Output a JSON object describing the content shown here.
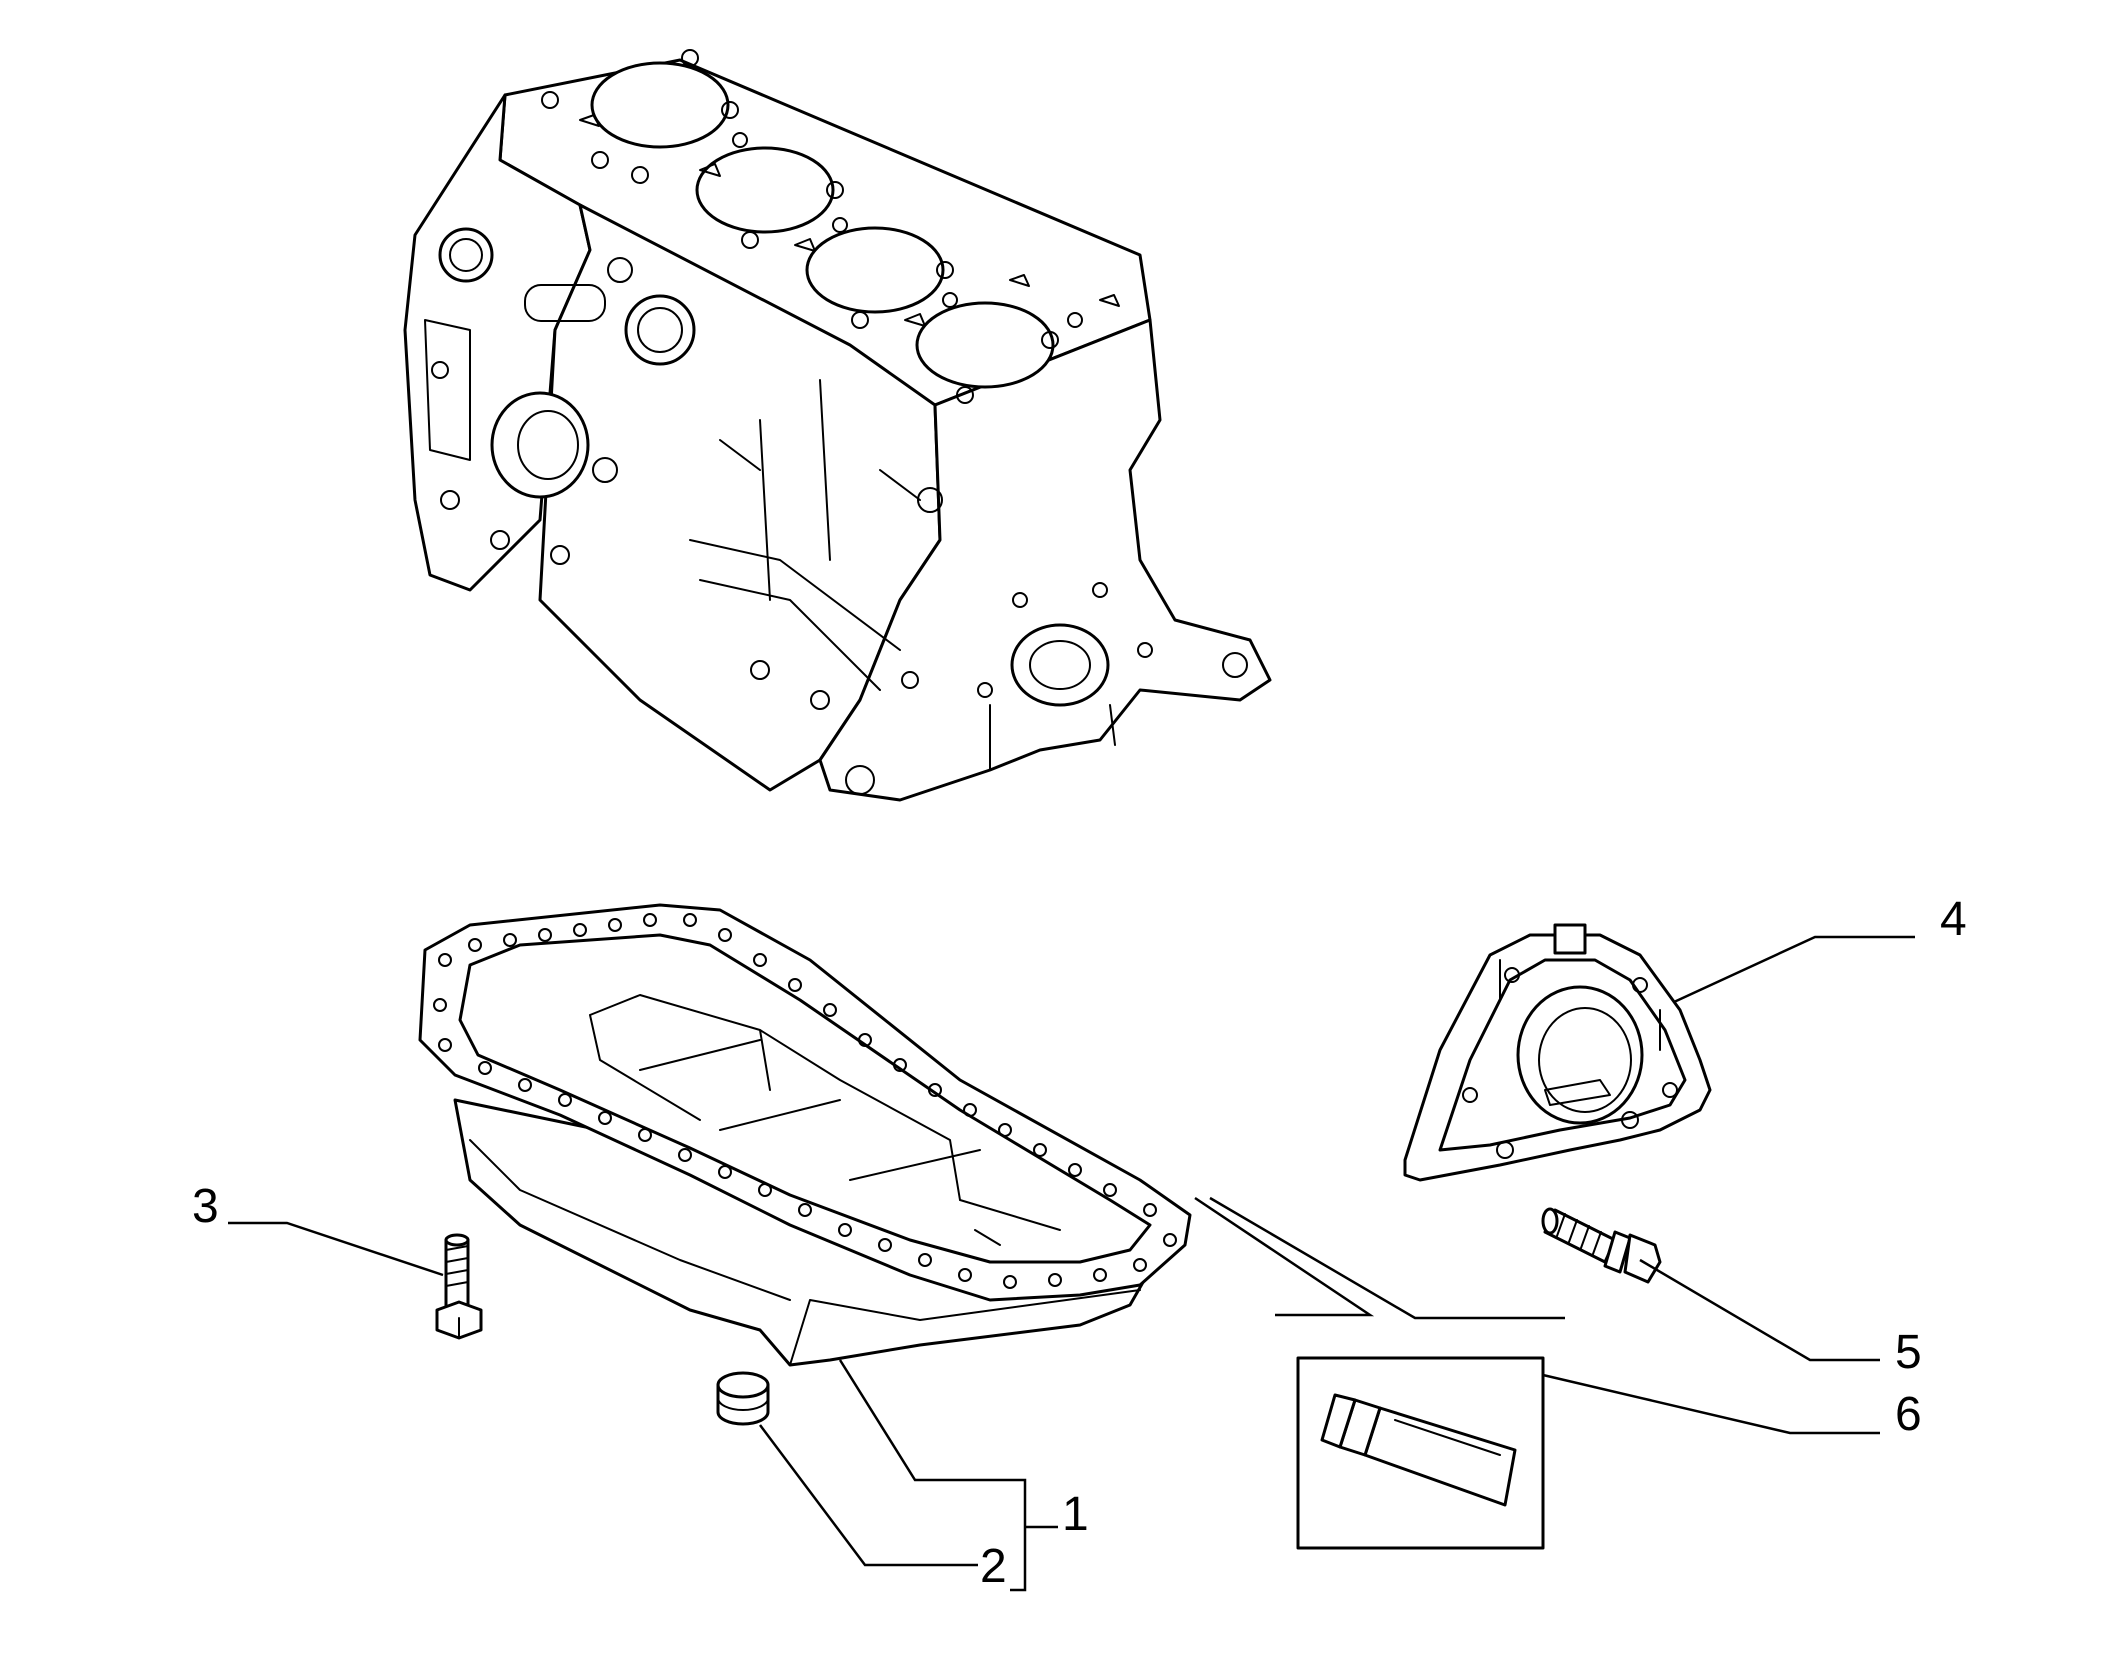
{
  "callouts": [
    {
      "id": "1",
      "label": "1"
    },
    {
      "id": "2",
      "label": "2"
    },
    {
      "id": "3",
      "label": "3"
    },
    {
      "id": "4",
      "label": "4"
    },
    {
      "id": "5",
      "label": "5"
    },
    {
      "id": "6",
      "label": "6"
    }
  ],
  "colors": {
    "line": "#000000",
    "background": "#ffffff"
  },
  "icons": [
    "engine-block-icon",
    "oil-sump-icon",
    "drain-plug-icon",
    "bolt-icon",
    "rear-seal-cover-icon",
    "flange-bolt-icon",
    "sealant-tube-icon"
  ]
}
